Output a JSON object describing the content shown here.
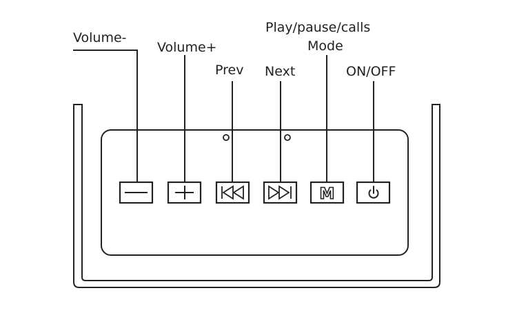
{
  "labels": {
    "volume_minus": "Volume-",
    "volume_plus": "Volume+",
    "prev": "Prev",
    "next": "Next",
    "play_pause_calls": "Play/pause/calls",
    "mode": "Mode",
    "on_off": "ON/OFF"
  },
  "buttons": {
    "mode_glyph": "M"
  },
  "colors": {
    "stroke": "#222222",
    "background": "#ffffff"
  }
}
